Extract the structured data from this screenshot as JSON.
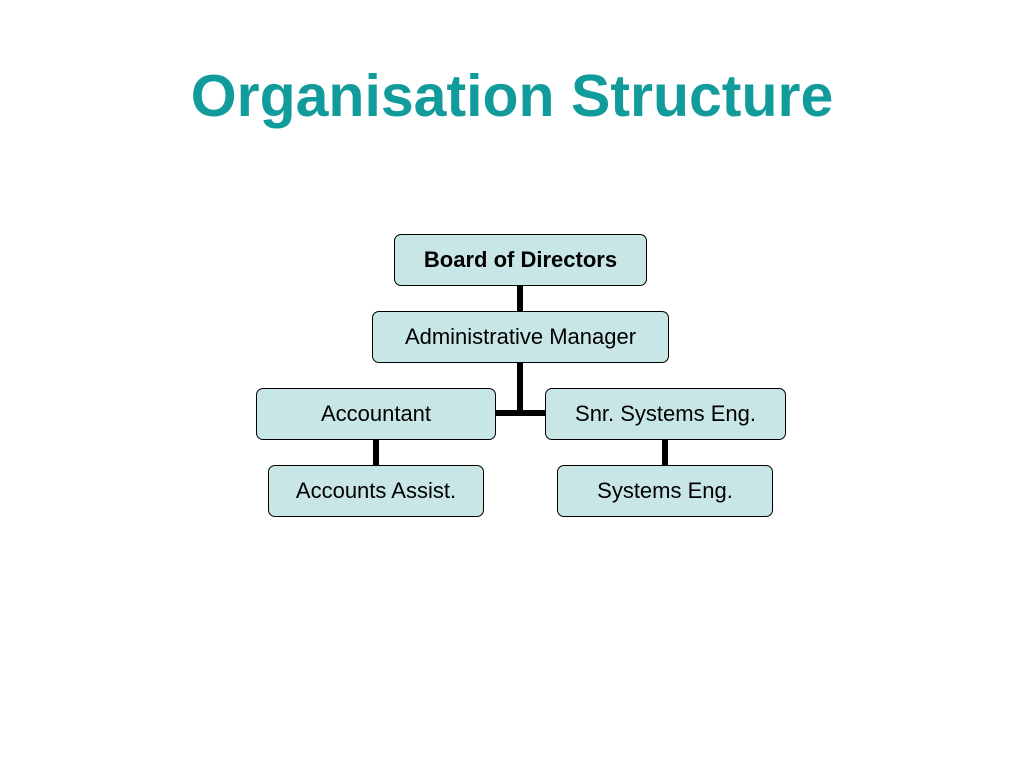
{
  "slide": {
    "title": "Organisation Structure"
  },
  "colors": {
    "title": "#129b9b",
    "node_fill": "#c9e6e6",
    "node_border": "#000000",
    "connector": "#000000"
  },
  "org_chart": {
    "board": "Board of Directors",
    "admin_manager": "Administrative Manager",
    "accountant": "Accountant",
    "snr_systems_eng": "Snr. Systems Eng.",
    "accounts_assist": "Accounts Assist.",
    "systems_eng": "Systems Eng."
  }
}
